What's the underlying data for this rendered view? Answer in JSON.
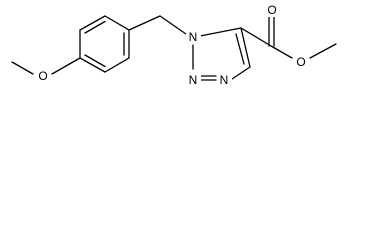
{
  "molecule": {
    "atoms": {
      "N1": "N",
      "N2": "N",
      "N3": "N",
      "O_methoxy": "O",
      "O_carbonyl": "O",
      "O_ester": "O"
    },
    "atom_label_color": "#000000",
    "bond_color": "#000000"
  }
}
